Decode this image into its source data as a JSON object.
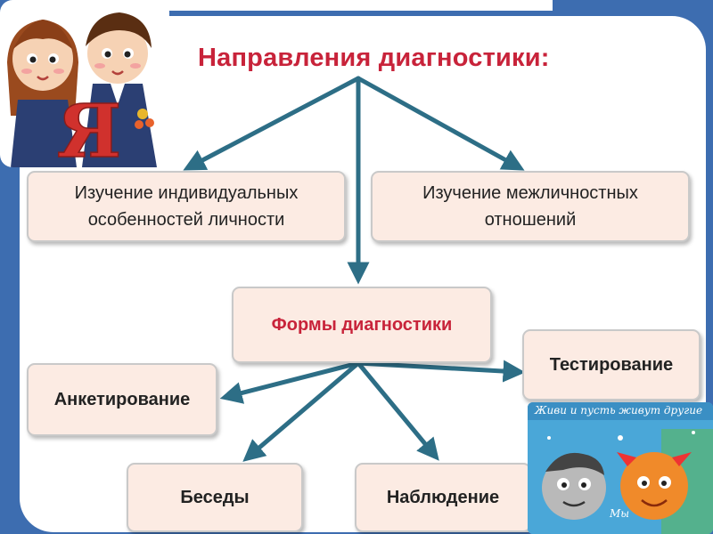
{
  "title": "Направления диагностики:",
  "boxes": {
    "individual": [
      "Изучение индивидуальных",
      "особенностей личности"
    ],
    "interpersonal": [
      "Изучение межличностных",
      "отношений"
    ],
    "forms": "Формы диагностики",
    "survey": "Анкетирование",
    "testing": "Тестирование",
    "conversations": "Беседы",
    "observation": "Наблюдение"
  },
  "illustrations": {
    "top_left_letter": "Я",
    "bottom_right_banner": "Живи и пусть живут другие",
    "bottom_right_caption": "Мы"
  },
  "colors": {
    "background": "#3d6db0",
    "panel": "#ffffff",
    "title": "#c8233a",
    "box_fill": "#fcebe3",
    "arrow": "#2d6e86"
  }
}
